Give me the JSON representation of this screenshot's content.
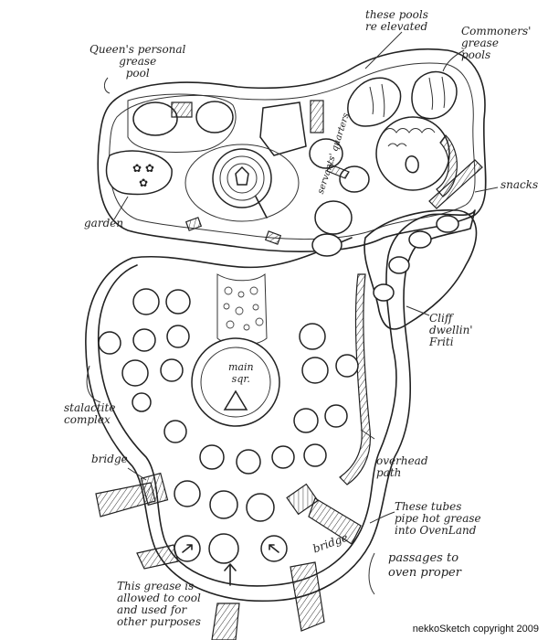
{
  "labels": {
    "queens_pool": "Queen's personal\ngrease\npool",
    "elevated": "these pools\nre elevated",
    "commoners": "Commoners'\ngrease\npools",
    "snacks": "snacks",
    "garden": "garden",
    "servants": "servants' quarters",
    "cliff": "Cliff\ndwellin'\nFriti",
    "main_sqr": "main\nsqr.",
    "stalactite": "stalactite\ncomplex",
    "bridge_left": "bridge",
    "bridge_right": "bridge",
    "overhead": "overhead\npath",
    "tubes": "These tubes\npipe hot grease\ninto OvenLand",
    "passages": "passages to\noven proper",
    "cool": "This grease is\nallowed to cool\nand used for\nother purposes"
  },
  "copyright": "nekkoSketch copyright 2009"
}
